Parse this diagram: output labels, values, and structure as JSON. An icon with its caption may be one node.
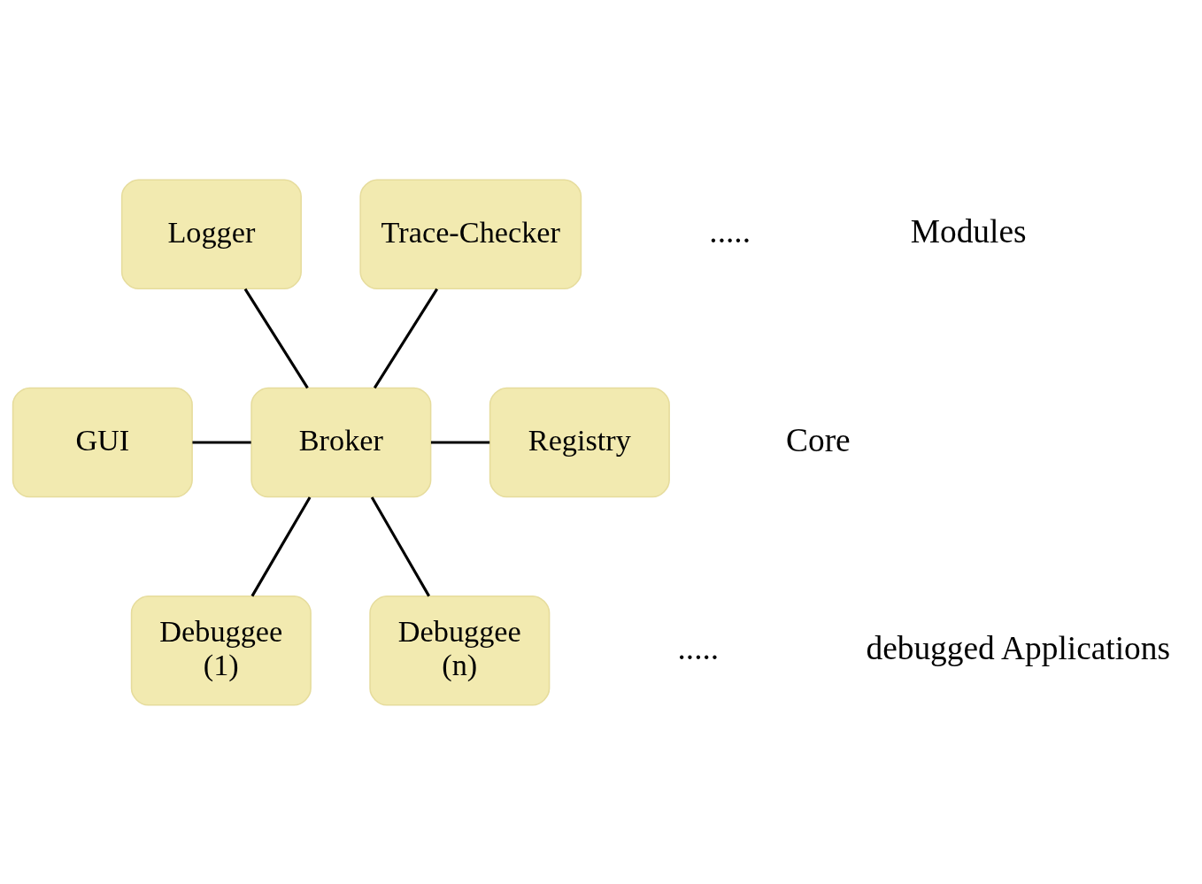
{
  "diagram": {
    "nodes": [
      {
        "text": [
          "Logger"
        ]
      },
      {
        "text": [
          "Trace-Checker"
        ]
      },
      {
        "text": [
          "GUI"
        ]
      },
      {
        "text": [
          "Broker"
        ]
      },
      {
        "text": [
          "Registry"
        ]
      },
      {
        "text": [
          "Debuggee",
          "(1)"
        ]
      },
      {
        "text": [
          "Debuggee",
          "(n)"
        ]
      }
    ],
    "edges": [
      {
        "from": 0,
        "to": 3,
        "arrow": "none"
      },
      {
        "from": 1,
        "to": 3,
        "arrow": "none"
      },
      {
        "from": 2,
        "to": 3,
        "arrow": "none"
      },
      {
        "from": 3,
        "to": 4,
        "arrow": "none"
      },
      {
        "from": 3,
        "to": 5,
        "arrow": "none"
      },
      {
        "from": 3,
        "to": 6,
        "arrow": "none"
      }
    ],
    "labels": [
      ".....",
      "Modules",
      "Core",
      ".....",
      "debugged Applications"
    ]
  }
}
